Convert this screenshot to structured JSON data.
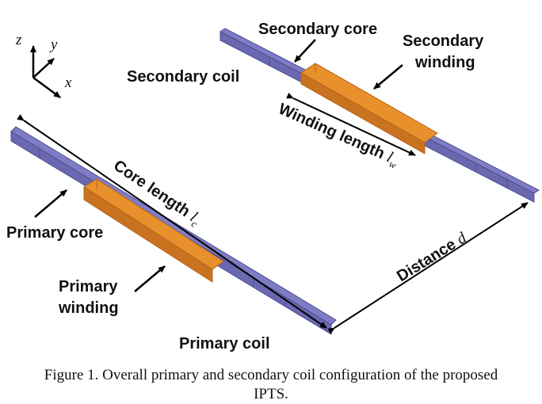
{
  "labels": {
    "secondary_core": "Secondary core",
    "secondary_winding_1": "Secondary",
    "secondary_winding_2": "winding",
    "secondary_coil": "Secondary coil",
    "winding_length": "Winding length ",
    "winding_length_var": "l",
    "winding_length_sub": "w",
    "core_length": "Core length ",
    "core_length_var": "l",
    "core_length_sub": "c",
    "primary_core": "Primary core",
    "primary_winding_1": "Primary",
    "primary_winding_2": "winding",
    "distance": "Distance ",
    "distance_var": "d",
    "primary_coil": "Primary coil"
  },
  "axes": {
    "z": "z",
    "y": "y",
    "x": "x"
  },
  "caption": {
    "line1": "Figure  1. Overall primary and secondary coil configuration of the proposed",
    "line2": "IPTS."
  },
  "colors": {
    "core": "#7e7dc4",
    "core_dark": "#4f4e94",
    "winding": "#e8902c",
    "winding_dark": "#b5651a",
    "arrow": "#000000"
  }
}
